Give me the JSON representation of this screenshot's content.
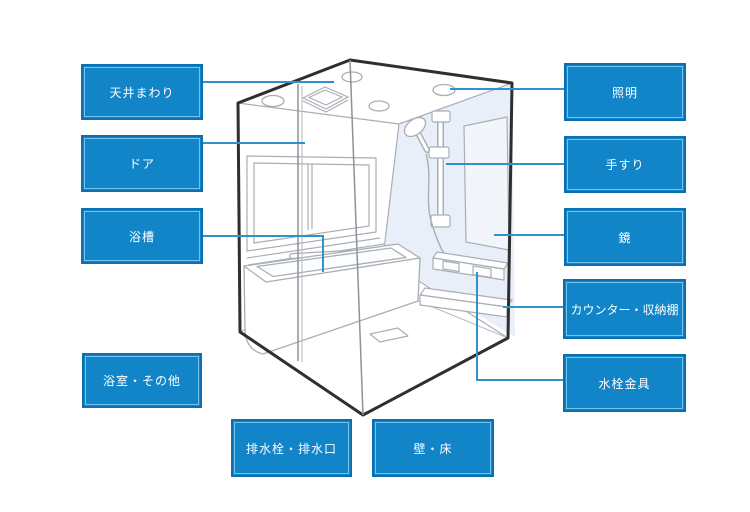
{
  "colors": {
    "background": "#ffffff",
    "button_fill": "#1285c8",
    "button_border": "#0e6fae",
    "button_inner_line": "#6fc5ef",
    "button_text": "#ffffff",
    "connector_line": "#2e93cc",
    "outline_heavy": "#2f2f2f",
    "outline_light": "#a9aeb5",
    "right_wall_tint": "#e9eff8"
  },
  "buttons": {
    "ceiling": {
      "label": "天井まわり"
    },
    "door": {
      "label": "ドア"
    },
    "bathtub": {
      "label": "浴槽"
    },
    "bathroom_other": {
      "label": "浴室・その他"
    },
    "drain": {
      "label": "排水栓・排水口"
    },
    "wall_floor": {
      "label": "壁・床"
    },
    "lighting": {
      "label": "照明"
    },
    "handrail": {
      "label": "手すり"
    },
    "mirror": {
      "label": "鏡"
    },
    "counter_shelf": {
      "label": "カウンター・収納棚"
    },
    "faucet": {
      "label": "水栓金具"
    }
  }
}
